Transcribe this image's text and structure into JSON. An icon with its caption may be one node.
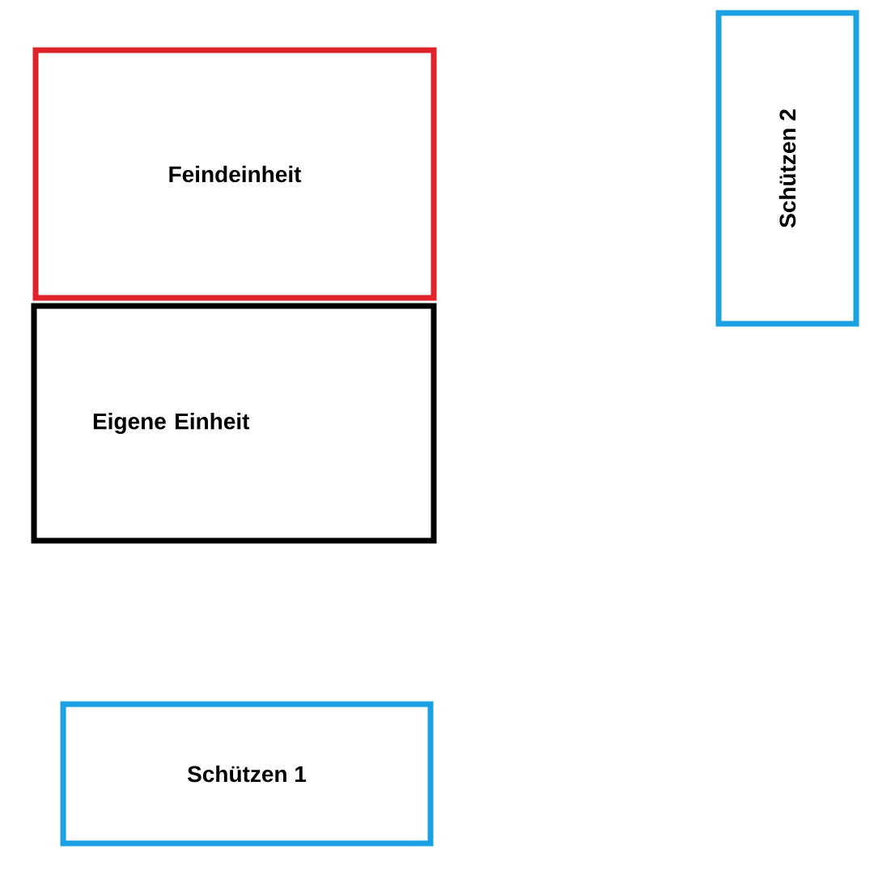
{
  "diagram": {
    "nodes": [
      {
        "text": [
          "Feindeinheit"
        ]
      },
      {
        "text": [
          "Eigene Einheit"
        ]
      },
      {
        "text": [
          "Schützen 2"
        ]
      },
      {
        "text": [
          "Schützen 1"
        ]
      }
    ]
  }
}
